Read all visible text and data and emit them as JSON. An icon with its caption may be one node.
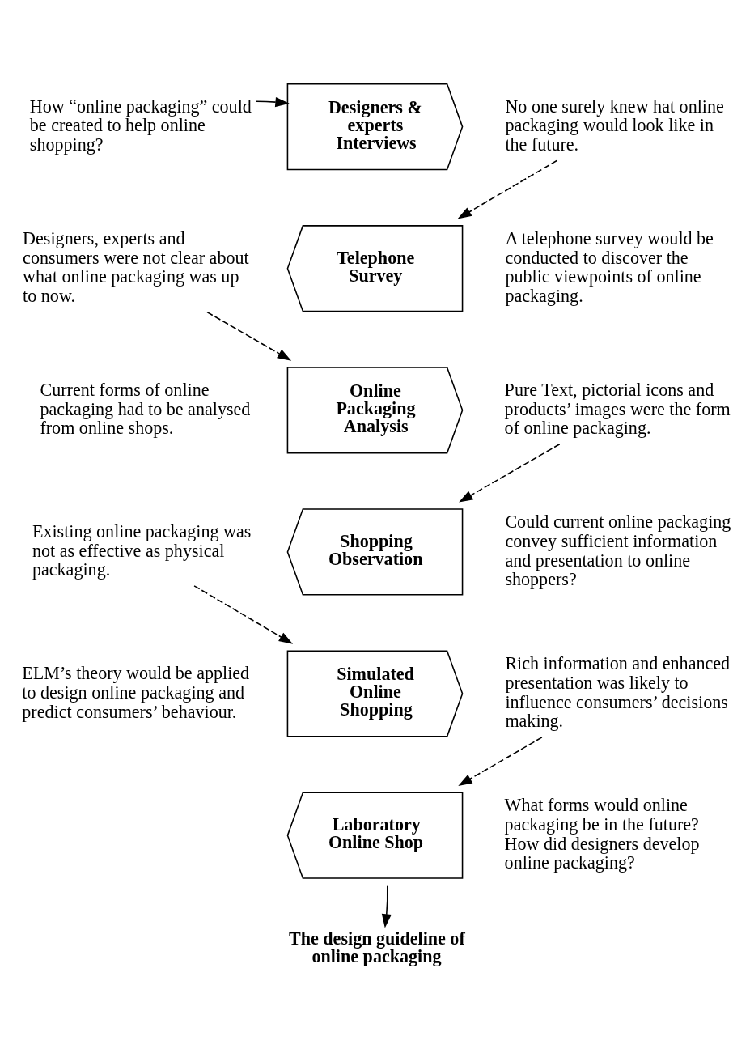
{
  "diagram": {
    "nodes": [
      {
        "text": [
          "How “online packaging” could be created to help online shopping?"
        ]
      },
      {
        "text": [
          "Designers & experts Interviews"
        ]
      },
      {
        "text": [
          "No one surely knew hat online packaging would look like in the future."
        ]
      },
      {
        "text": [
          "Telephone Survey"
        ],
        "beside": [
          "A telephone survey would be conducted to discover the public viewpoints of online packaging."
        ]
      },
      {
        "text": [
          "Designers, experts and consumers were not clear about what online packaging was up to now."
        ]
      },
      {
        "text": [
          "Online Packaging Analysis"
        ],
        "beside": [
          "Current forms of online packaging had to be analysed from online shops."
        ]
      },
      {
        "text": [
          "Pure Text, pictorial icons and products’ images were the form of online packaging."
        ]
      },
      {
        "text": [
          "Shopping Observation"
        ],
        "beside": [
          "Could current online packaging convey sufficient information and presentation to online shoppers?"
        ]
      },
      {
        "text": [
          "Existing online packaging was not as effective as physical packaging."
        ]
      },
      {
        "text": [
          "Simulated Online Shopping"
        ],
        "beside": [
          "ELM’s theory would be applied to design online packaging and predict consumers’ behaviour."
        ]
      },
      {
        "text": [
          "Rich information and enhanced presentation was likely to influence consumers’ decisions making."
        ]
      },
      {
        "text": [
          "Laboratory Online Shop"
        ],
        "beside": [
          "What forms would online packaging be in the future? How did designers develop online packaging?"
        ]
      },
      {
        "text": [
          "The design guideline of online packaging"
        ]
      }
    ],
    "edges": [
      {
        "from": 0,
        "to": 1,
        "arrow": "to"
      },
      {
        "from": 2,
        "to": 3,
        "arrow": "to",
        "style": "dashed"
      },
      {
        "from": 4,
        "to": 5,
        "arrow": "to",
        "style": "dashed"
      },
      {
        "from": 6,
        "to": 7,
        "arrow": "to",
        "style": "dashed"
      },
      {
        "from": 8,
        "to": 9,
        "arrow": "to",
        "style": "dashed"
      },
      {
        "from": 10,
        "to": 11,
        "arrow": "to",
        "style": "dashed"
      },
      {
        "from": 11,
        "to": 12,
        "arrow": "to"
      }
    ]
  }
}
